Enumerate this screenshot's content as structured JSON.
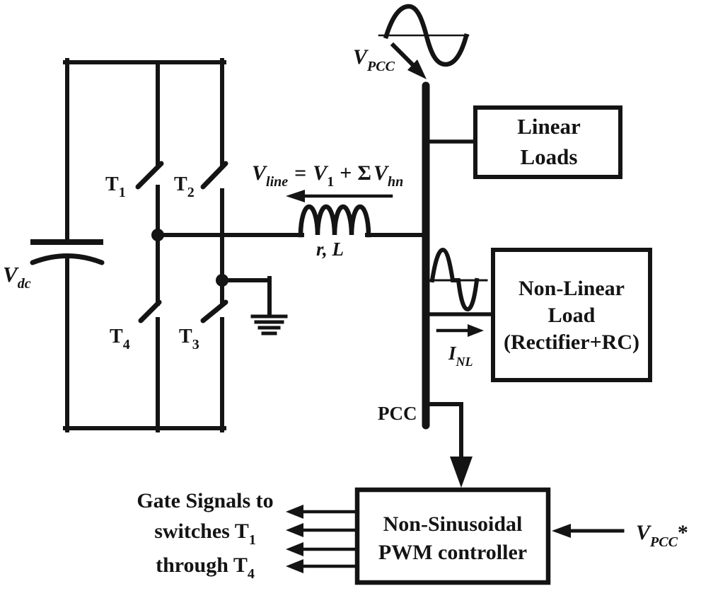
{
  "colors": {
    "ink": "#141414",
    "background": "#ffffff"
  },
  "labels": {
    "vdc": {
      "base": "V",
      "sub": "dc"
    },
    "t1": {
      "base": "T",
      "sub": "1"
    },
    "t2": {
      "base": "T",
      "sub": "2"
    },
    "t3": {
      "base": "T",
      "sub": "3"
    },
    "t4": {
      "base": "T",
      "sub": "4"
    },
    "rl": "r, L",
    "pcc": "PCC",
    "vpcc": {
      "base": "V",
      "sub": "PCC"
    },
    "inl": {
      "base": "I",
      "sub": "NL"
    },
    "vpcc_ref": {
      "base": "V",
      "sub": "PCC",
      "suffix": "*"
    }
  },
  "formula": {
    "v": "V",
    "v_sub": "line",
    "eq": "=",
    "v1": "V",
    "v1_sub": "1",
    "plus": "+",
    "sigma": "Σ",
    "vh": "V",
    "vh_sub": "hn"
  },
  "boxes": {
    "linear_loads": {
      "line1": "Linear",
      "line2": "Loads"
    },
    "nonlinear_load": {
      "line1": "Non-Linear",
      "line2": "Load",
      "line3": "(Rectifier+RC)"
    },
    "pwm_controller": {
      "line1": "Non-Sinusoidal",
      "line2": "PWM controller"
    }
  },
  "gate_signals": {
    "line1": "Gate Signals to",
    "line2": "switches T",
    "line2_sub": "1",
    "line3": "through T",
    "line3_sub": "4"
  }
}
